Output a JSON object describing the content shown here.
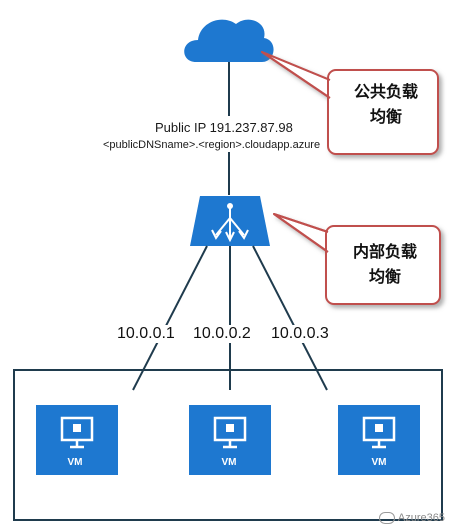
{
  "public_ip": "Public IP 191.237.87.98",
  "public_dns": "<publicDNSname>.<region>.cloudapp.azure",
  "callout_public_line1": "公共负载",
  "callout_public_line2": "均衡",
  "callout_internal_line1": "内部负载",
  "callout_internal_line2": "均衡",
  "ips": [
    "10.0.0.1",
    "10.0.0.2",
    "10.0.0.3"
  ],
  "vm_label": "VM",
  "watermark": "Azure365",
  "icons": [
    "cloud-icon",
    "load-balancer-icon",
    "vm-icon"
  ],
  "colors": {
    "azure_blue": "#1e78d0",
    "callout_border": "#c0504d",
    "frame": "#1f3b4d"
  }
}
